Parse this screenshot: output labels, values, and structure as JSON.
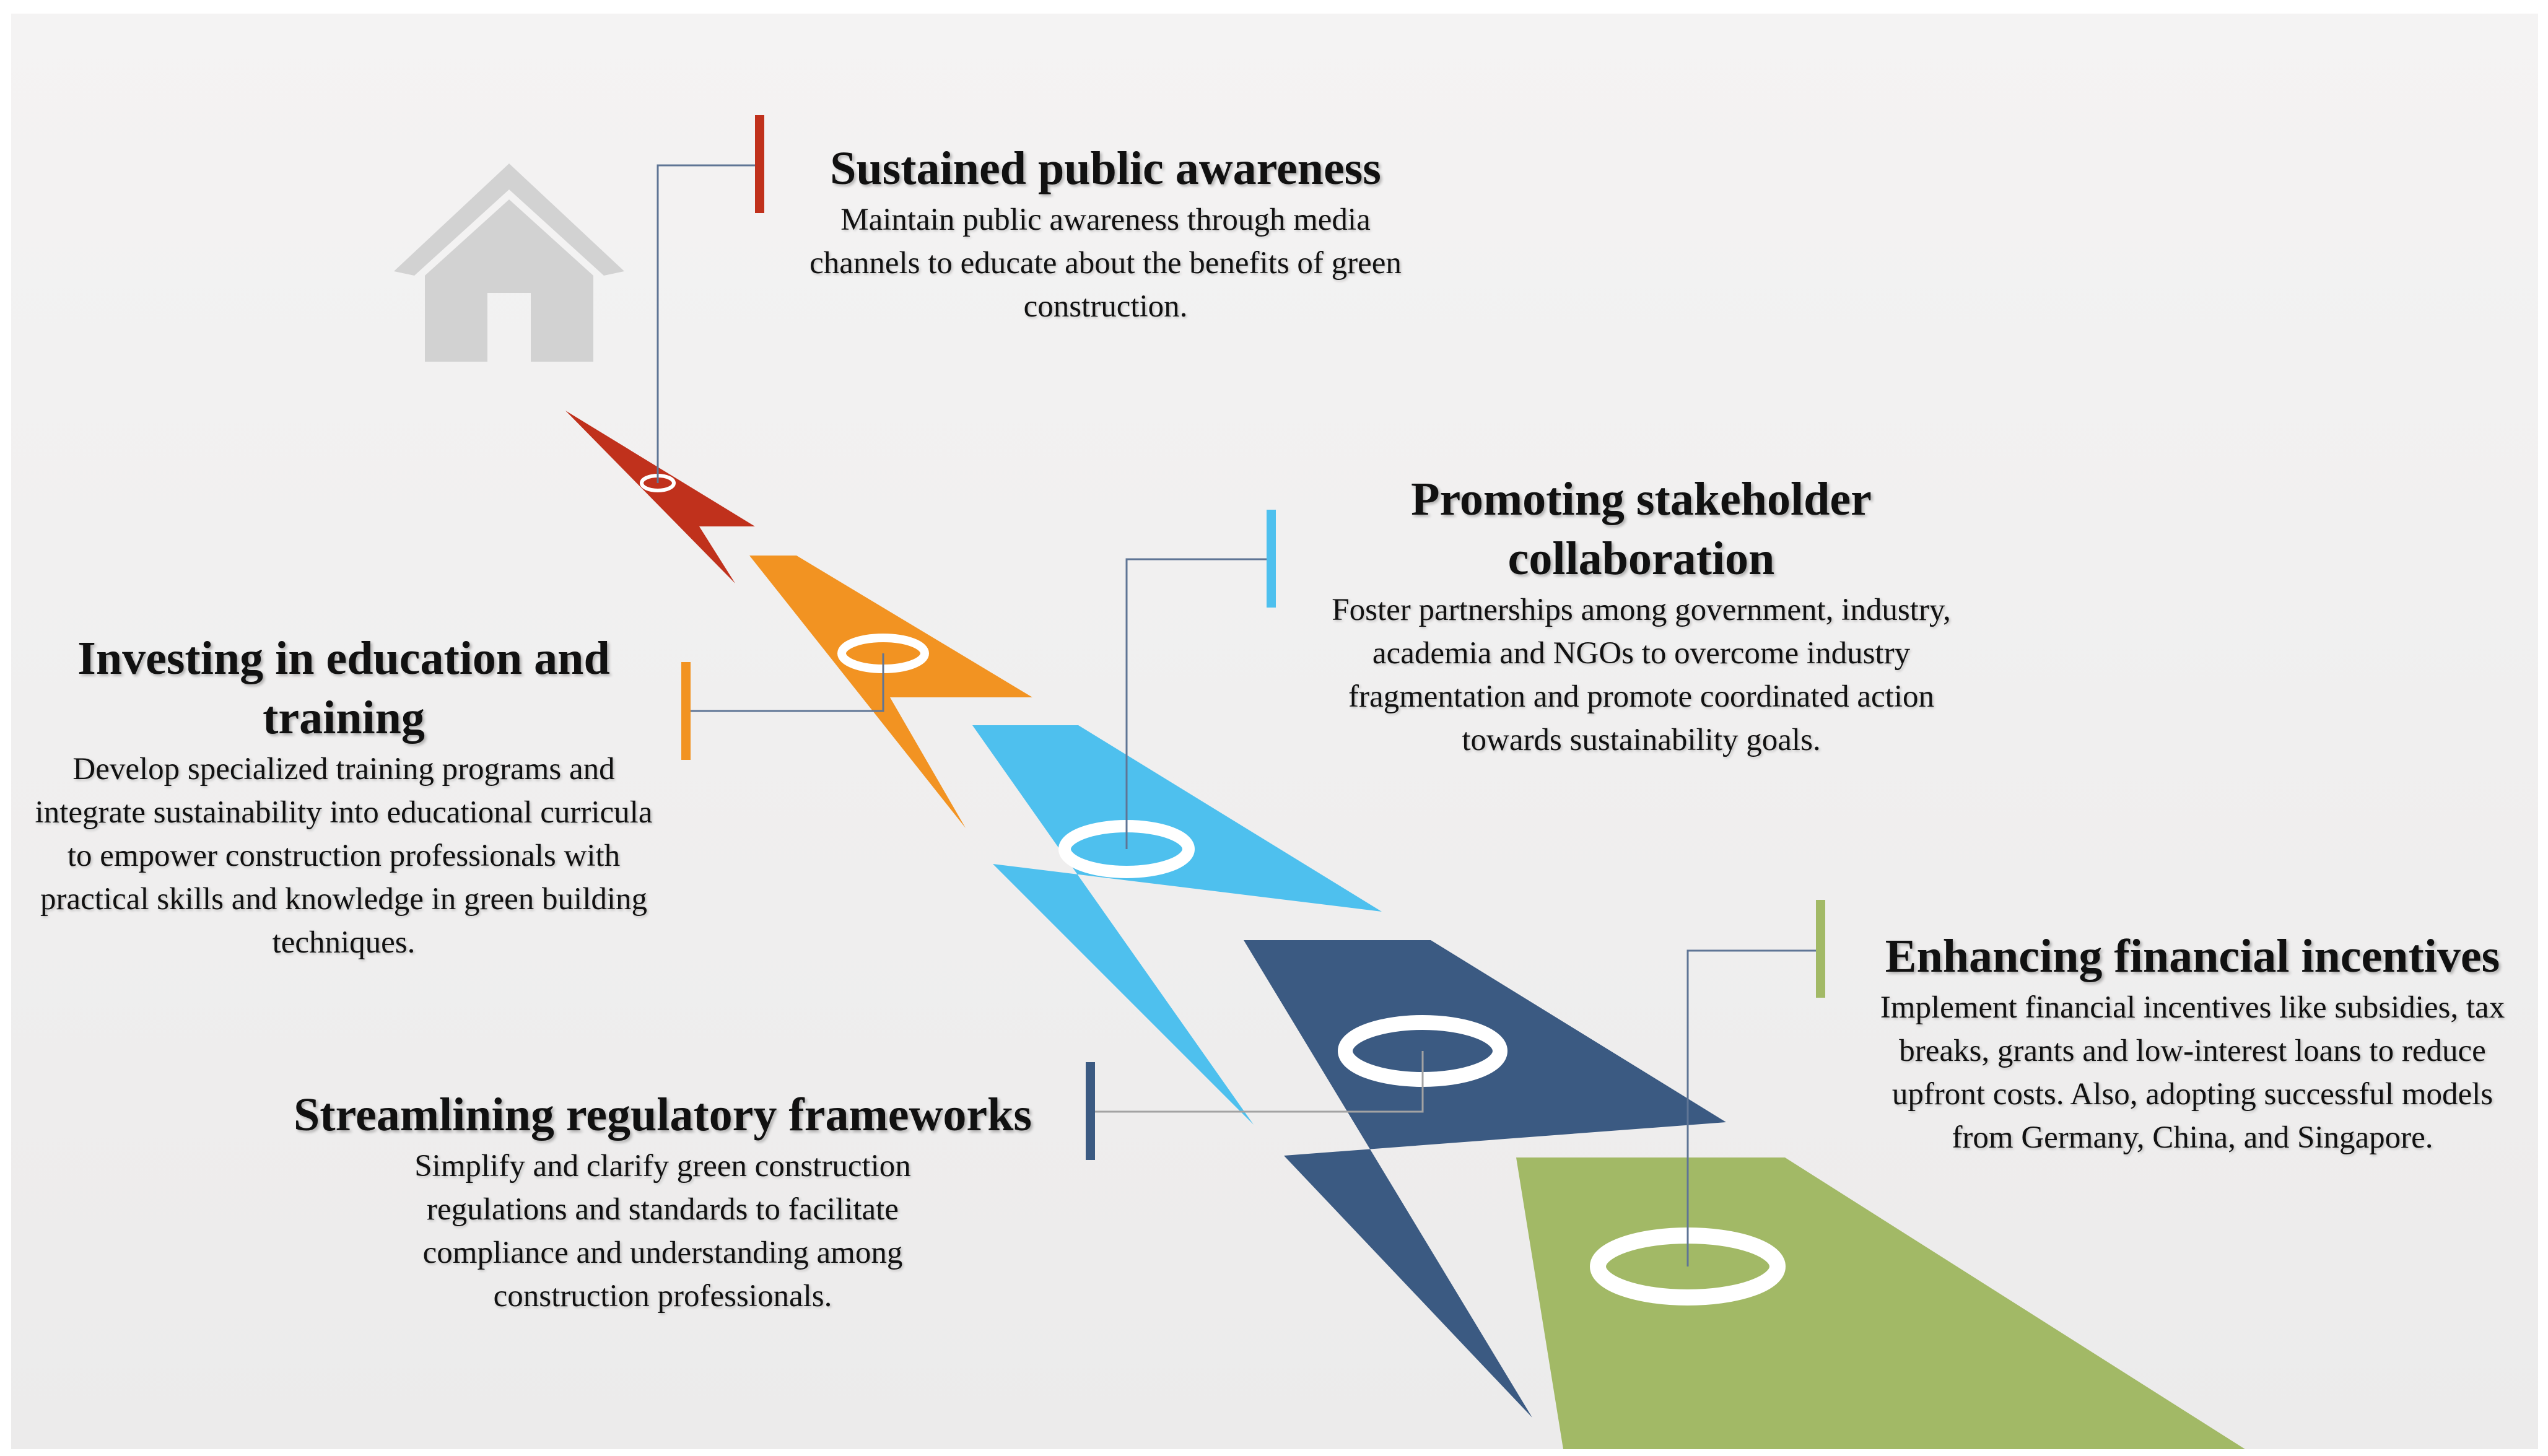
{
  "steps": [
    {
      "key": "awareness",
      "title": "Sustained public awareness",
      "text": "Maintain public awareness through media channels to educate about the benefits of green construction.",
      "color": "#c0311c"
    },
    {
      "key": "education",
      "title": "Investing in education and training",
      "text": "Develop specialized training programs and integrate sustainability into educational curricula to empower construction professionals with practical skills and knowledge in green building techniques.",
      "color": "#f29322"
    },
    {
      "key": "collaboration",
      "title": "Promoting stakeholder collaboration",
      "text": "Foster partnerships among government, industry, academia and NGOs to overcome industry fragmentation and promote coordinated action towards sustainability goals.",
      "color": "#4ec0ee"
    },
    {
      "key": "regulatory",
      "title": "Streamlining regulatory frameworks",
      "text": "Simplify and clarify green construction regulations and standards to facilitate compliance and understanding among construction professionals.",
      "color": "#3b5a82"
    },
    {
      "key": "financial",
      "title": "Enhancing financial incentives",
      "text": "Implement financial incentives like subsidies, tax breaks, grants and low-interest loans to reduce upfront costs. Also, adopting successful models from Germany, China, and Singapore.",
      "color": "#a2b966"
    }
  ],
  "icons": {
    "house": "house-icon"
  },
  "colors": {
    "background": "#efeded",
    "house": "#d2d2d2",
    "ring": "#ffffff"
  }
}
